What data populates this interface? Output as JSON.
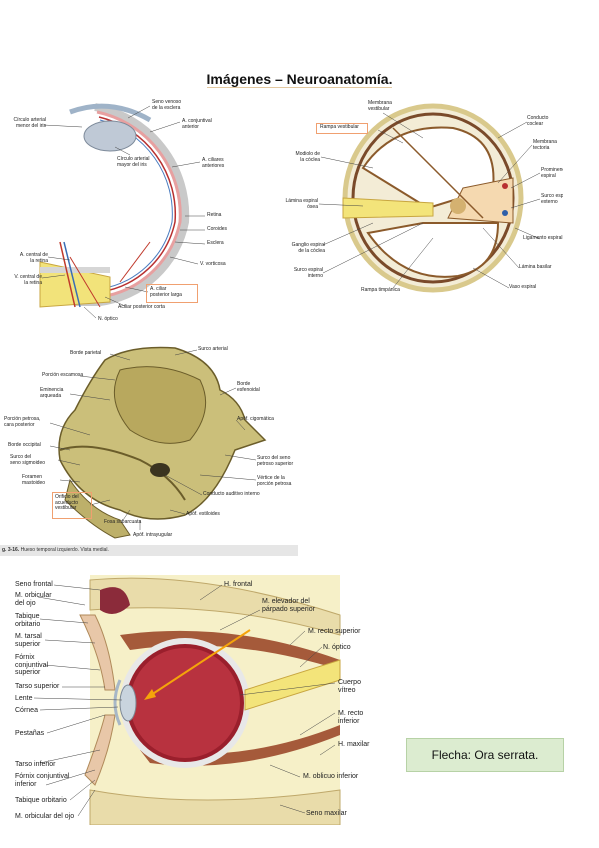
{
  "title": "Imágenes – Neuroanatomía.",
  "eye_panel": {
    "labels": {
      "circulo_menor": "Círculo arterial\nmenor del iris",
      "seno_venoso": "Seno venoso\nde la esclera",
      "conj_anterior": "A. conjuntival\nanterior",
      "circulo_mayor": "Círculo arterial\nmayor del iris",
      "ciliares_anteriores": "A. ciliares\nanteriores",
      "retina": "Retina",
      "coroides": "Coroides",
      "esclera": "Esclera",
      "vorticosa": "V. vorticosa",
      "central_retina_a": "A. central de\nla retina",
      "central_retina_v": "V. central de\nla retina",
      "ciliar_larga": "A. ciliar\nposterior larga",
      "ciliar_corta": "Aciliar posterior corta",
      "n_optico": "N. óptico"
    }
  },
  "cochlea_panel": {
    "labels": {
      "membrana_vestibular": "Membrana\nvestibular",
      "rampa_vestibular": "Rampa vestibular",
      "conducto_coclear": "Conducto\ncoclear",
      "membrana_tectoria": "Membrana\ntectoria",
      "modiolo": "Modiolo de\nla cóclea",
      "prominencia": "Prominencia\nespiral",
      "surco_externo": "Surco espiral\nexterno",
      "lamina_osea": "Lámina espiral\nósea",
      "ligamento": "Ligamento espiral",
      "ganglio": "Ganglio espiral\nde la cóclea",
      "surco_interno": "Surco espiral\ninterno",
      "lamina_basilar": "Lámina basilar",
      "vaso_espiral": "Vaso espiral",
      "rampa_timpanica": "Rampa timpánica"
    }
  },
  "bone_panel": {
    "labels": {
      "borde_parietal": "Borde parietal",
      "surco_arterial": "Surco arterial",
      "porcion_escamosa": "Porción escamosa",
      "eminencia": "Eminencia\narqueada",
      "borde_esfenoidal": "Borde\nesfenoidal",
      "porcion_petrosa": "Porción petrosa,\ncara posterior",
      "apof_cigomatica": "Apóf. cigomática",
      "borde_occipital": "Borde occipital",
      "surco_sigmoideo": "Surco del\nseno sigmoideo",
      "surco_petroso": "Surco del seno\npetroso superior",
      "foramen": "Foramen\nmastoideo",
      "vertice": "Vértice de la\nporción petrosa",
      "orificio": "Orificio del\nacueducto\nvestibular",
      "conducto_auditivo": "Conducto auditivo interno",
      "fosa": "Fosa subarcuata",
      "apof_estiloides": "Apóf. estiloides",
      "apof_intrayugular": "Apóf. intrayugular"
    },
    "caption_num": "g. 3-16.",
    "caption_text": "Hueso temporal izquierdo. Vista medial."
  },
  "orbit_panel": {
    "labels": {
      "seno_frontal": "Seno frontal",
      "orbicular": "M. orbicular\ndel ojo",
      "tabique": "Tabique\norbitario",
      "tarsal": "M. tarsal\nsuperior",
      "fornix_sup": "Fórnix\nconjuntival\nsuperior",
      "tarso_sup": "Tarso superior",
      "lente": "Lente",
      "cornea": "Córnea",
      "pestanas": "Pestañas",
      "tarso_inf": "Tarso inferior",
      "fornix_inf": "Fórnix conjuntival\ninferior",
      "tabique_inf": "Tabique orbitario",
      "orbicular_inf": "M. orbicular del ojo",
      "h_frontal": "H. frontal",
      "elevador": "M. elevador del\npárpado superior",
      "recto_sup": "M. recto superior",
      "n_optico": "N. óptico",
      "cuerpo_vitreo": "Cuerpo vítreo",
      "recto_inf": "M. recto inferior",
      "h_maxilar": "H. maxilar",
      "oblicuo_inf": "M. oblicuo inferior",
      "seno_maxilar": "Seno maxilar"
    }
  },
  "note": "Flecha: Ora serrata.",
  "colors": {
    "arrow": "#f5a40a",
    "highlight_box": "#f0a070",
    "note_bg": "#dcecd0"
  }
}
